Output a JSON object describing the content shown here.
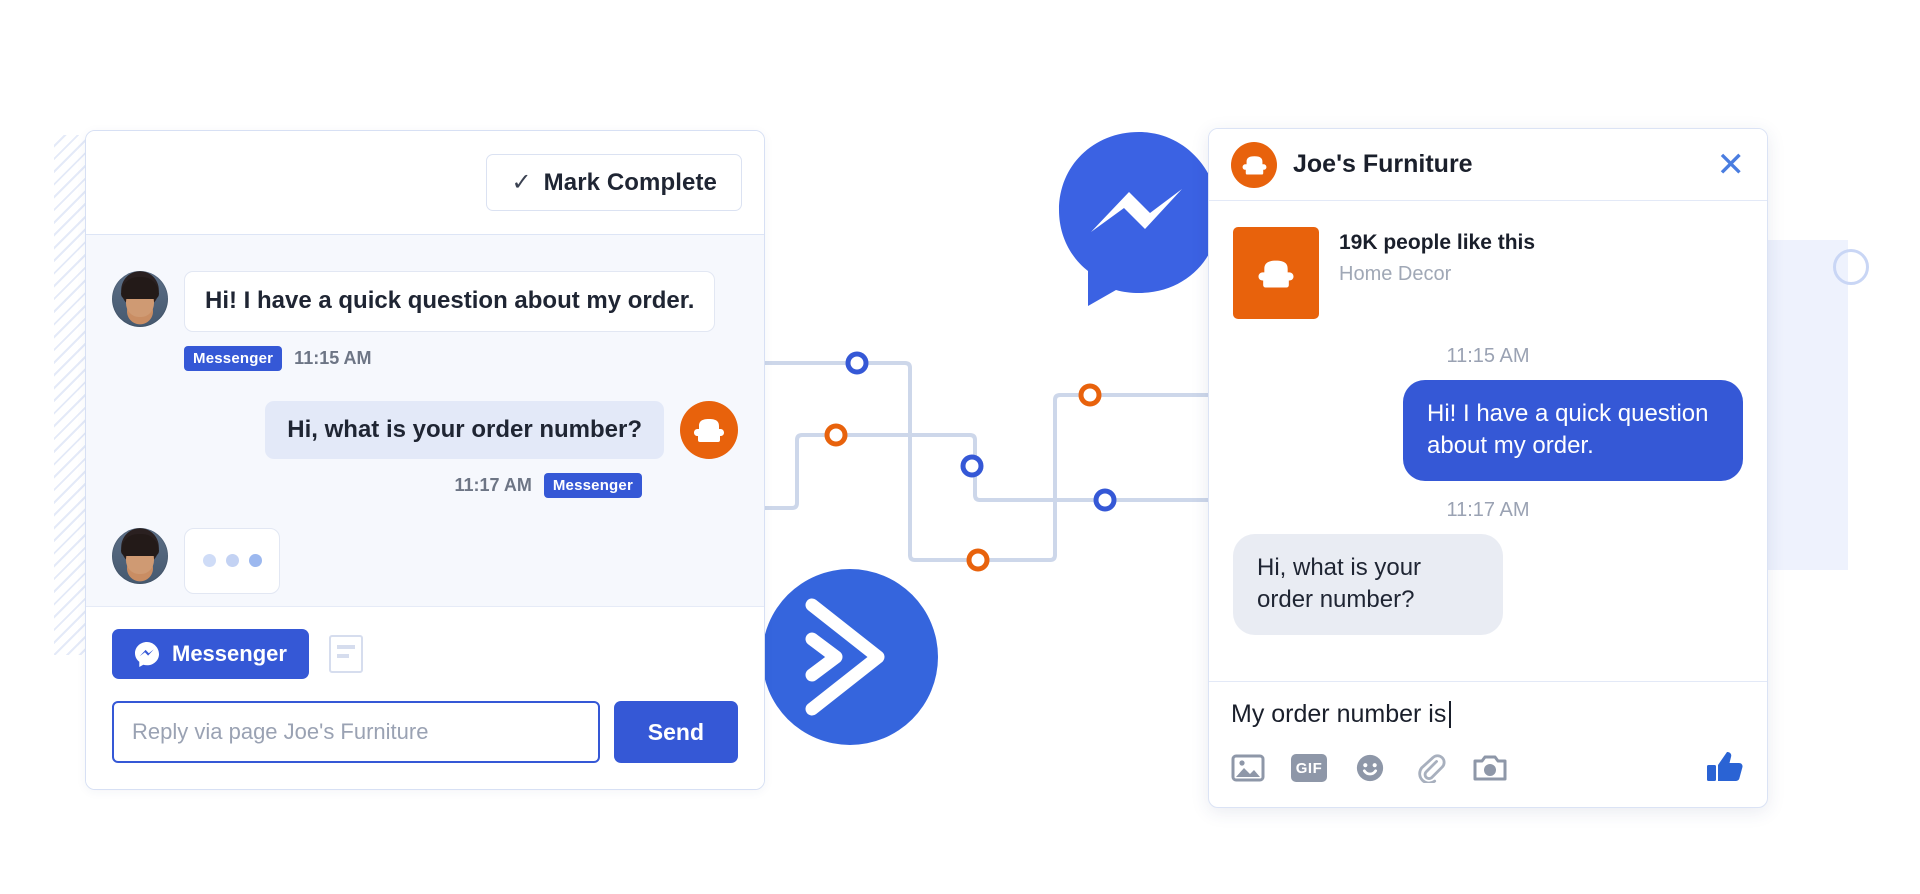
{
  "inbox": {
    "mark_complete_label": "Mark Complete",
    "check_icon": "check-icon",
    "messages": [
      {
        "direction": "in",
        "text": "Hi! I have a quick question about my order.",
        "channel": "Messenger",
        "time": "11:15 AM"
      },
      {
        "direction": "out",
        "text": "Hi, what is your order number?",
        "channel": "Messenger",
        "time": "11:17 AM"
      }
    ],
    "typing_indicator": "typing-indicator",
    "composer": {
      "tab_messenger": "Messenger",
      "tab_note_icon": "note-icon",
      "reply_placeholder": "Reply via page Joe's Furniture",
      "reply_value": "",
      "send_label": "Send"
    }
  },
  "widget": {
    "title": "Joe's Furniture",
    "close_icon": "close-icon",
    "page": {
      "likes": "19K people like this",
      "category": "Home Decor",
      "logo_icon": "armchair-icon"
    },
    "messages": [
      {
        "time": "11:15 AM",
        "direction": "out",
        "text": "Hi! I have a quick question about my order."
      },
      {
        "time": "11:17 AM",
        "direction": "in",
        "text": "Hi, what is your order number?"
      }
    ],
    "composer": {
      "value": "My order number is",
      "icons": [
        "image-icon",
        "gif-icon",
        "emoji-icon",
        "paperclip-icon",
        "camera-icon"
      ],
      "gif_label": "GIF",
      "like_icon": "thumbs-up-icon"
    }
  },
  "decor": {
    "messenger_logo": "messenger-logo",
    "activecampaign_logo": "activecampaign-chevron-logo",
    "connector": "connector-circuit"
  },
  "colors": {
    "brand_blue": "#3558d6",
    "brand_orange": "#e8620c",
    "bubble_gray": "#e9ecf3",
    "panel_bg": "#f6f8fd"
  }
}
